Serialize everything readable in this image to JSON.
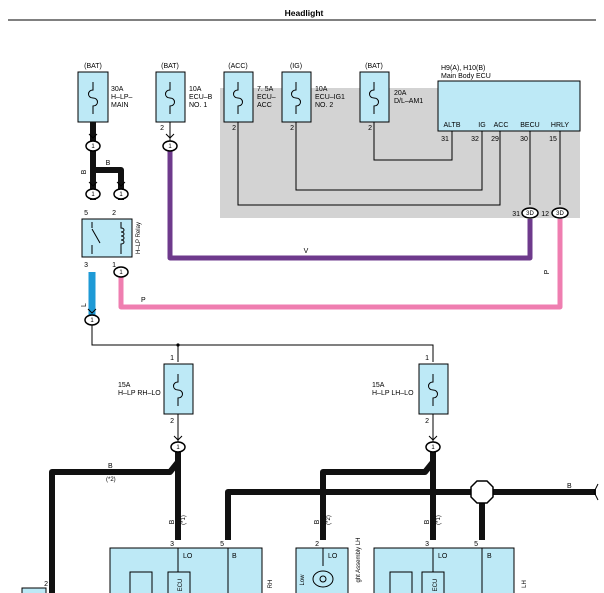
{
  "page": {
    "title": "Headlight"
  },
  "fuses": {
    "hlp_main": {
      "source": "(BAT)",
      "rating": "30A",
      "name_l1": "H–LP–",
      "name_l2": "MAIN"
    },
    "ecub": {
      "source": "(BAT)",
      "rating": "10A",
      "name_l1": "ECU–B",
      "name_l2": "NO. 1",
      "pin": "2"
    },
    "ecuacc": {
      "source": "(ACC)",
      "rating": "7. 5A",
      "name_l1": "ECU–",
      "name_l2": "ACC",
      "pin": "2"
    },
    "ecuig1": {
      "source": "(IG)",
      "rating": "10A",
      "name_l1": "ECU–IG1",
      "name_l2": "NO. 2",
      "pin": "2"
    },
    "dlam1": {
      "source": "(BAT)",
      "rating": "20A",
      "name_l1": "D/L–AM1",
      "pin": "2"
    },
    "hlp_rh": {
      "rating": "15A",
      "name": "H–LP RH–LO",
      "pin_top": "1",
      "pin_bottom": "2"
    },
    "hlp_lh": {
      "rating": "15A",
      "name": "H–LP LH–LO",
      "pin_top": "1",
      "pin_bottom": "2"
    }
  },
  "ecu": {
    "code": "H9(A), H10(B)",
    "name": "Main Body ECU",
    "pins": [
      {
        "label": "ALTB",
        "num": "31"
      },
      {
        "label": "IG",
        "num": "32"
      },
      {
        "label": "ACC",
        "num": "29"
      },
      {
        "label": "BECU",
        "num": "30"
      },
      {
        "label": "HRLY",
        "num": "15"
      }
    ],
    "conn_a_pin": "31",
    "conn_a_tag": "3D",
    "conn_b_pin": "12",
    "conn_b_tag": "3D"
  },
  "relay": {
    "name": "H–LP Relay",
    "pin_tl": "5",
    "pin_tr": "2",
    "pin_bl": "3",
    "pin_br": "1"
  },
  "wires": {
    "b": "B",
    "v": "V",
    "p": "P",
    "l": "L",
    "note_2": "(*2)",
    "note_1": "(*1)"
  },
  "junctions": {
    "j1": "1"
  },
  "headlight_rh": {
    "lo": "LO",
    "b": "B",
    "pin_lo": "3",
    "pin_b": "5",
    "ecu": "ECU",
    "side": "RH",
    "pin_left": "2"
  },
  "headlight_lh_lamp": {
    "name": "ght Assembly LH",
    "low": "Low",
    "lo": "LO",
    "pin": "2"
  },
  "headlight_lh": {
    "lo": "LO",
    "b": "B",
    "pin_lo": "3",
    "pin_b": "5",
    "ecu": "ECU",
    "side": "LH"
  },
  "colors": {
    "thick": "#111111",
    "violet": "#6e3a8c",
    "pink": "#ef7eb0",
    "blue": "#1e9ad6",
    "box": "#bde9f6",
    "ecuarea": "#d3d3d3"
  }
}
